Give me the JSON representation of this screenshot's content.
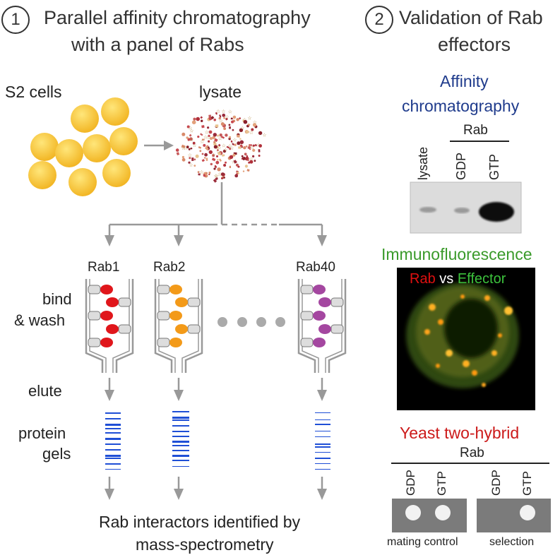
{
  "step1": {
    "number": "1",
    "title_line1": "Parallel affinity chromatography",
    "title_line2": "with a panel of Rabs"
  },
  "step2": {
    "number": "2",
    "title_line1": "Validation of Rab",
    "title_line2": "effectors"
  },
  "left": {
    "cells_label": "S2 cells",
    "lysate_label": "lysate",
    "columns": [
      {
        "label": "Rab1"
      },
      {
        "label": "Rab2"
      },
      {
        "label": "Rab40"
      }
    ],
    "bind_wash_line1": "bind",
    "bind_wash_line2": "& wash",
    "elute_label": "elute",
    "gels_line1": "protein",
    "gels_line2": "gels",
    "result_line1": "Rab interactors identified by",
    "result_line2": "mass-spectrometry"
  },
  "right": {
    "affinity": {
      "title_line1": "Affinity",
      "title_line2": "chromatography",
      "title_color": "#1f3b8c",
      "rab_label": "Rab",
      "lanes": [
        "lysate",
        "GDP",
        "GTP"
      ]
    },
    "immuno": {
      "title": "Immunofluorescence",
      "title_color": "#3a9a2a",
      "rab": "Rab",
      "vs": "vs",
      "effector": "Effector",
      "rab_color": "#e01010",
      "effector_color": "#3cc23c"
    },
    "y2h": {
      "title": "Yeast two-hybrid",
      "title_color": "#cc1a1a",
      "rab_label": "Rab",
      "lanes": [
        "GDP",
        "GTP",
        "GDP",
        "GTP"
      ],
      "plate_left": "mating control",
      "plate_right": "selection"
    }
  },
  "colors": {
    "rab1": "#e0161b",
    "rab2": "#f39a19",
    "rab40": "#a447a0",
    "cell": "#f6c234",
    "arrow": "#999999",
    "gel": "#1f4fd6"
  }
}
